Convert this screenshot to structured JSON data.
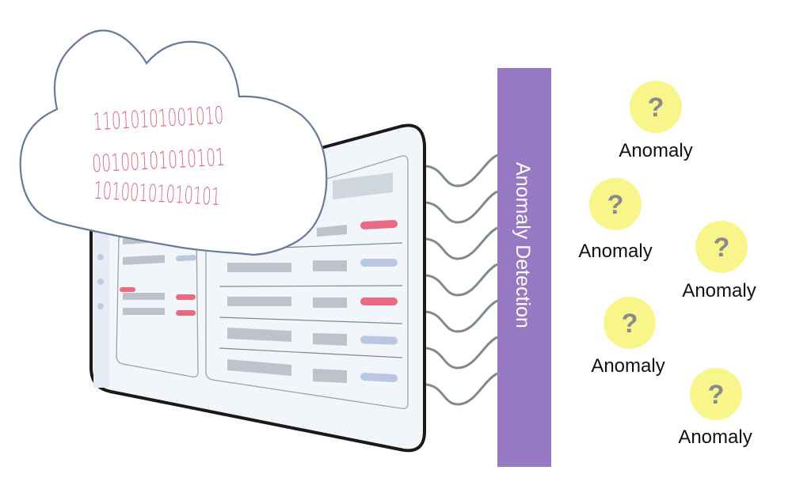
{
  "diagram": {
    "cloud": {
      "binary_lines": [
        "11010101001010",
        "00100101010101",
        "10100101010101"
      ],
      "text_color": "#dc6a7e",
      "outline_color": "#667a9c"
    },
    "dashboard": {
      "frame_color": "#1a1a1a",
      "panel_color": "#f2f5fa",
      "bar_gray": "#bcc3cc",
      "accent_red": "#ea6a83",
      "accent_blue": "#b8c8e4"
    },
    "connectors": {
      "count": 7,
      "color": "#7f8a8a"
    },
    "detector": {
      "label": "Anomaly Detection",
      "color": "#9678c3"
    },
    "anomalies": [
      {
        "label": "Anomaly",
        "icon": "question-mark-icon"
      },
      {
        "label": "Anomaly",
        "icon": "question-mark-icon"
      },
      {
        "label": "Anomaly",
        "icon": "question-mark-icon"
      },
      {
        "label": "Anomaly",
        "icon": "question-mark-icon"
      },
      {
        "label": "Anomaly",
        "icon": "question-mark-icon"
      }
    ],
    "anomaly_icon_glyph": "?",
    "anomaly_circle_color": "#f8f68a"
  }
}
